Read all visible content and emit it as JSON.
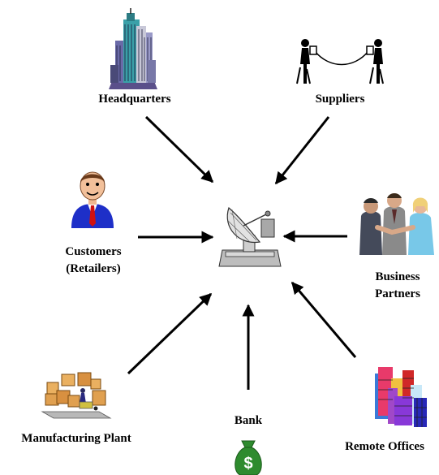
{
  "diagram": {
    "nodes": {
      "headquarters": {
        "label": "Headquarters",
        "icon": "skyscraper-icon"
      },
      "suppliers": {
        "label": "Suppliers",
        "icon": "tin-can-telephone-icon"
      },
      "customers": {
        "label_line1": "Customers",
        "label_line2": "(Retailers)",
        "icon": "businessman-icon"
      },
      "business_partners": {
        "label_line1": "Business",
        "label_line2": "Partners",
        "icon": "handshake-icon"
      },
      "manufacturing_plant": {
        "label": "Manufacturing Plant",
        "icon": "factory-boxes-icon"
      },
      "bank": {
        "label": "Bank",
        "icon": "money-bag-icon"
      },
      "remote_offices": {
        "label": "Remote Offices",
        "icon": "office-buildings-icon"
      },
      "hub": {
        "icon": "satellite-dish-icon"
      }
    },
    "colors": {
      "arrow": "#000000",
      "money_bag": "#2e8b2e"
    }
  }
}
